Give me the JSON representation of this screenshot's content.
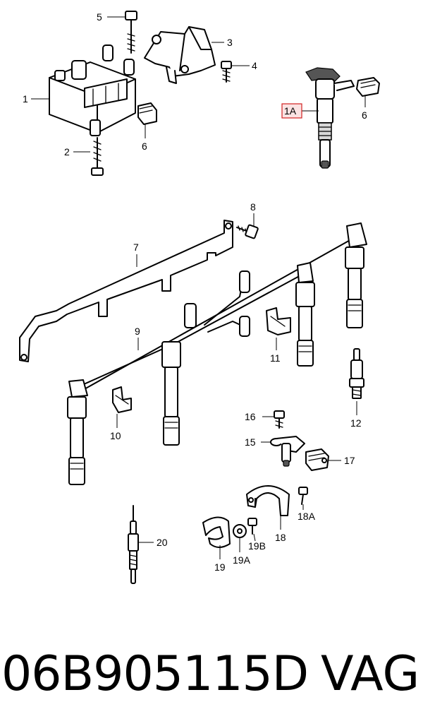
{
  "diagram": {
    "callouts": {
      "c1": "1",
      "c1A": "1A",
      "c2": "2",
      "c3": "3",
      "c4": "4",
      "c5": "5",
      "c6a": "6",
      "c6b": "6",
      "c7": "7",
      "c8": "8",
      "c9": "9",
      "c10": "10",
      "c11": "11",
      "c12": "12",
      "c15": "15",
      "c16": "16",
      "c17": "17",
      "c18": "18",
      "c18A": "18A",
      "c19": "19",
      "c19A": "19A",
      "c19B": "19B",
      "c20": "20"
    },
    "highlight_color": "#d22222"
  },
  "footer": {
    "part_number": "06B905115D",
    "brand": "VAG"
  }
}
